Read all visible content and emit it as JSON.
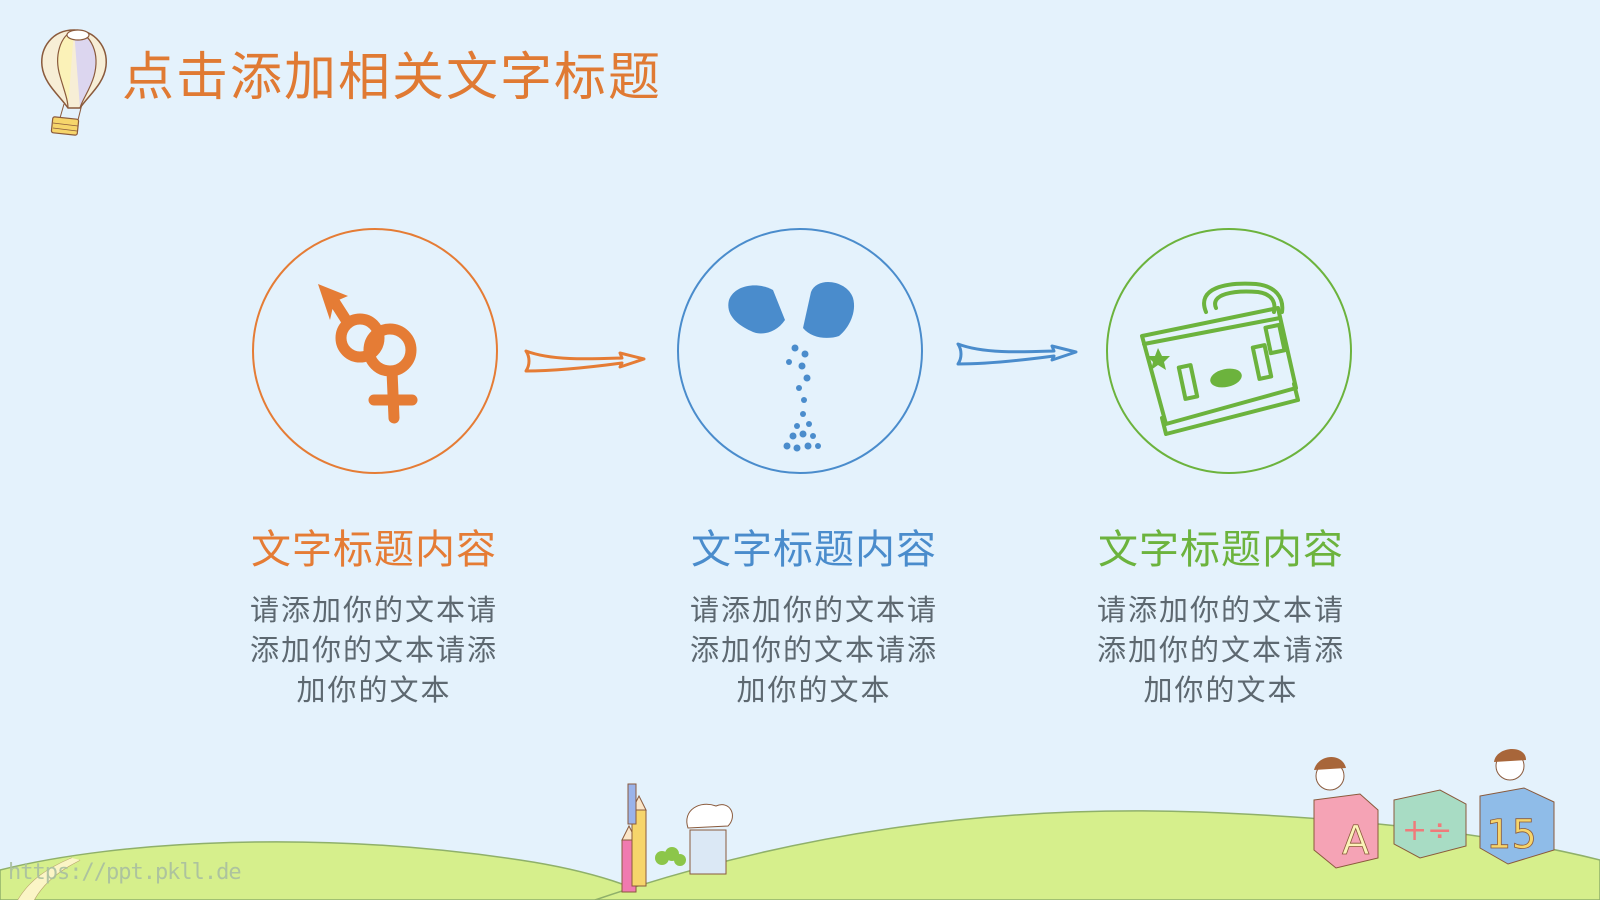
{
  "slide": {
    "title": "点击添加相关文字标题",
    "title_color": "#e07a33",
    "background_color": "#e4f2fc"
  },
  "steps": [
    {
      "icon": "gender-symbols-icon",
      "color": "#e57c35",
      "heading": "文字标题内容",
      "body_lines": [
        "请添加你的文本请",
        "添加你的文本请添",
        "加你的文本"
      ]
    },
    {
      "icon": "open-capsule-pill-icon",
      "color": "#4a8ccc",
      "heading": "文字标题内容",
      "body_lines": [
        "请添加你的文本请",
        "添加你的文本请添",
        "加你的文本"
      ]
    },
    {
      "icon": "school-bag-icon",
      "color": "#6cb33d",
      "heading": "文字标题内容",
      "body_lines": [
        "请添加你的文本请",
        "添加你的文本请添",
        "加你的文本"
      ]
    }
  ],
  "arrows": [
    {
      "color": "#e57c35"
    },
    {
      "color": "#4a8ccc"
    }
  ],
  "footer": {
    "watermark": "https://ppt.pkll.de",
    "blocks": [
      "A",
      "+÷",
      "15"
    ]
  }
}
